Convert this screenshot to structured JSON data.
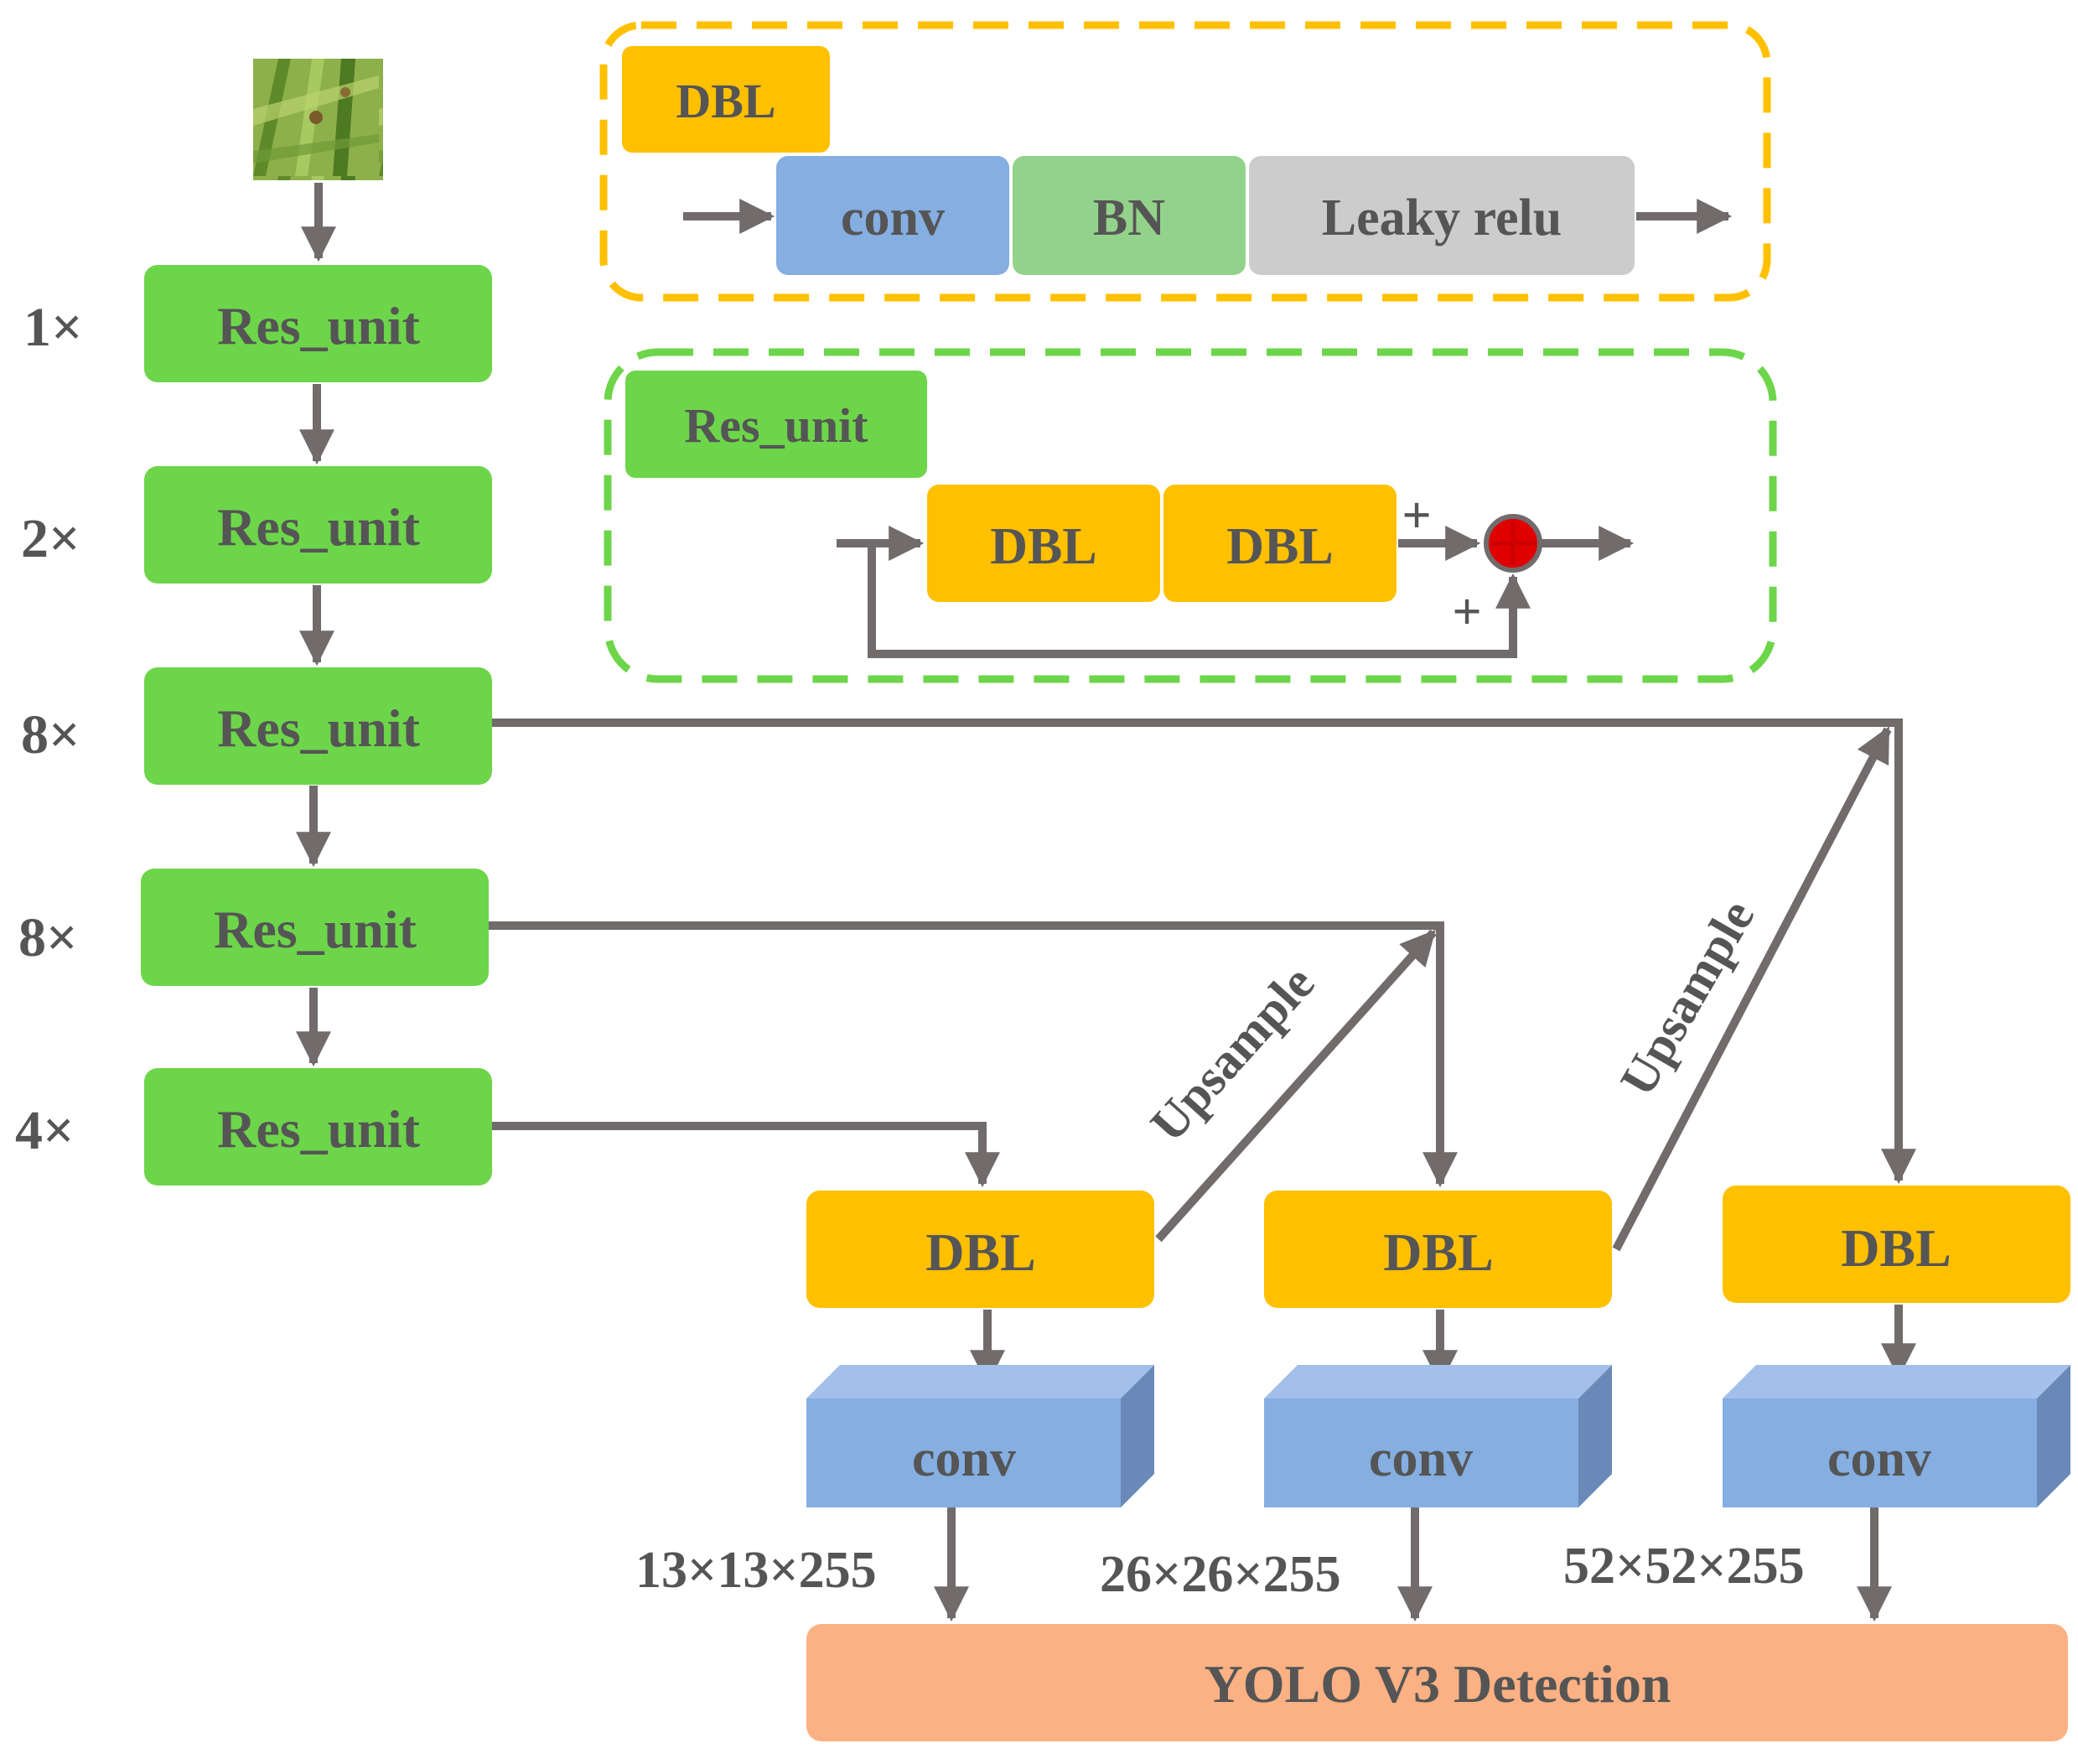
{
  "input_image": "leaf-image",
  "backbone": {
    "units": [
      {
        "mult": "1×",
        "label": "Res_unit"
      },
      {
        "mult": "2×",
        "label": "Res_unit"
      },
      {
        "mult": "8×",
        "label": "Res_unit"
      },
      {
        "mult": "8×",
        "label": "Res_unit"
      },
      {
        "mult": "4×",
        "label": "Res_unit"
      }
    ]
  },
  "dbl_legend": {
    "title": "DBL",
    "conv": "conv",
    "bn": "BN",
    "relu": "Leaky relu"
  },
  "res_legend": {
    "title": "Res_unit",
    "dbl1": "DBL",
    "dbl2": "DBL",
    "plus_top": "+",
    "plus_bottom": "+"
  },
  "heads": [
    {
      "dbl": "DBL",
      "conv": "conv",
      "size": "13×13×255"
    },
    {
      "dbl": "DBL",
      "conv": "conv",
      "size": "26×26×255"
    },
    {
      "dbl": "DBL",
      "conv": "conv",
      "size": "52×52×255"
    }
  ],
  "upsample": [
    "Upsample",
    "Upsample"
  ],
  "detection": "YOLO V3 Detection",
  "colors": {
    "green": "#6dd54a",
    "orange": "#ffc000",
    "blue": "#85aee1",
    "bn_green": "#93d28a",
    "gray_box": "#cccccc",
    "arrow": "#716b6b",
    "detect": "#fbb183",
    "text": "#555555"
  }
}
